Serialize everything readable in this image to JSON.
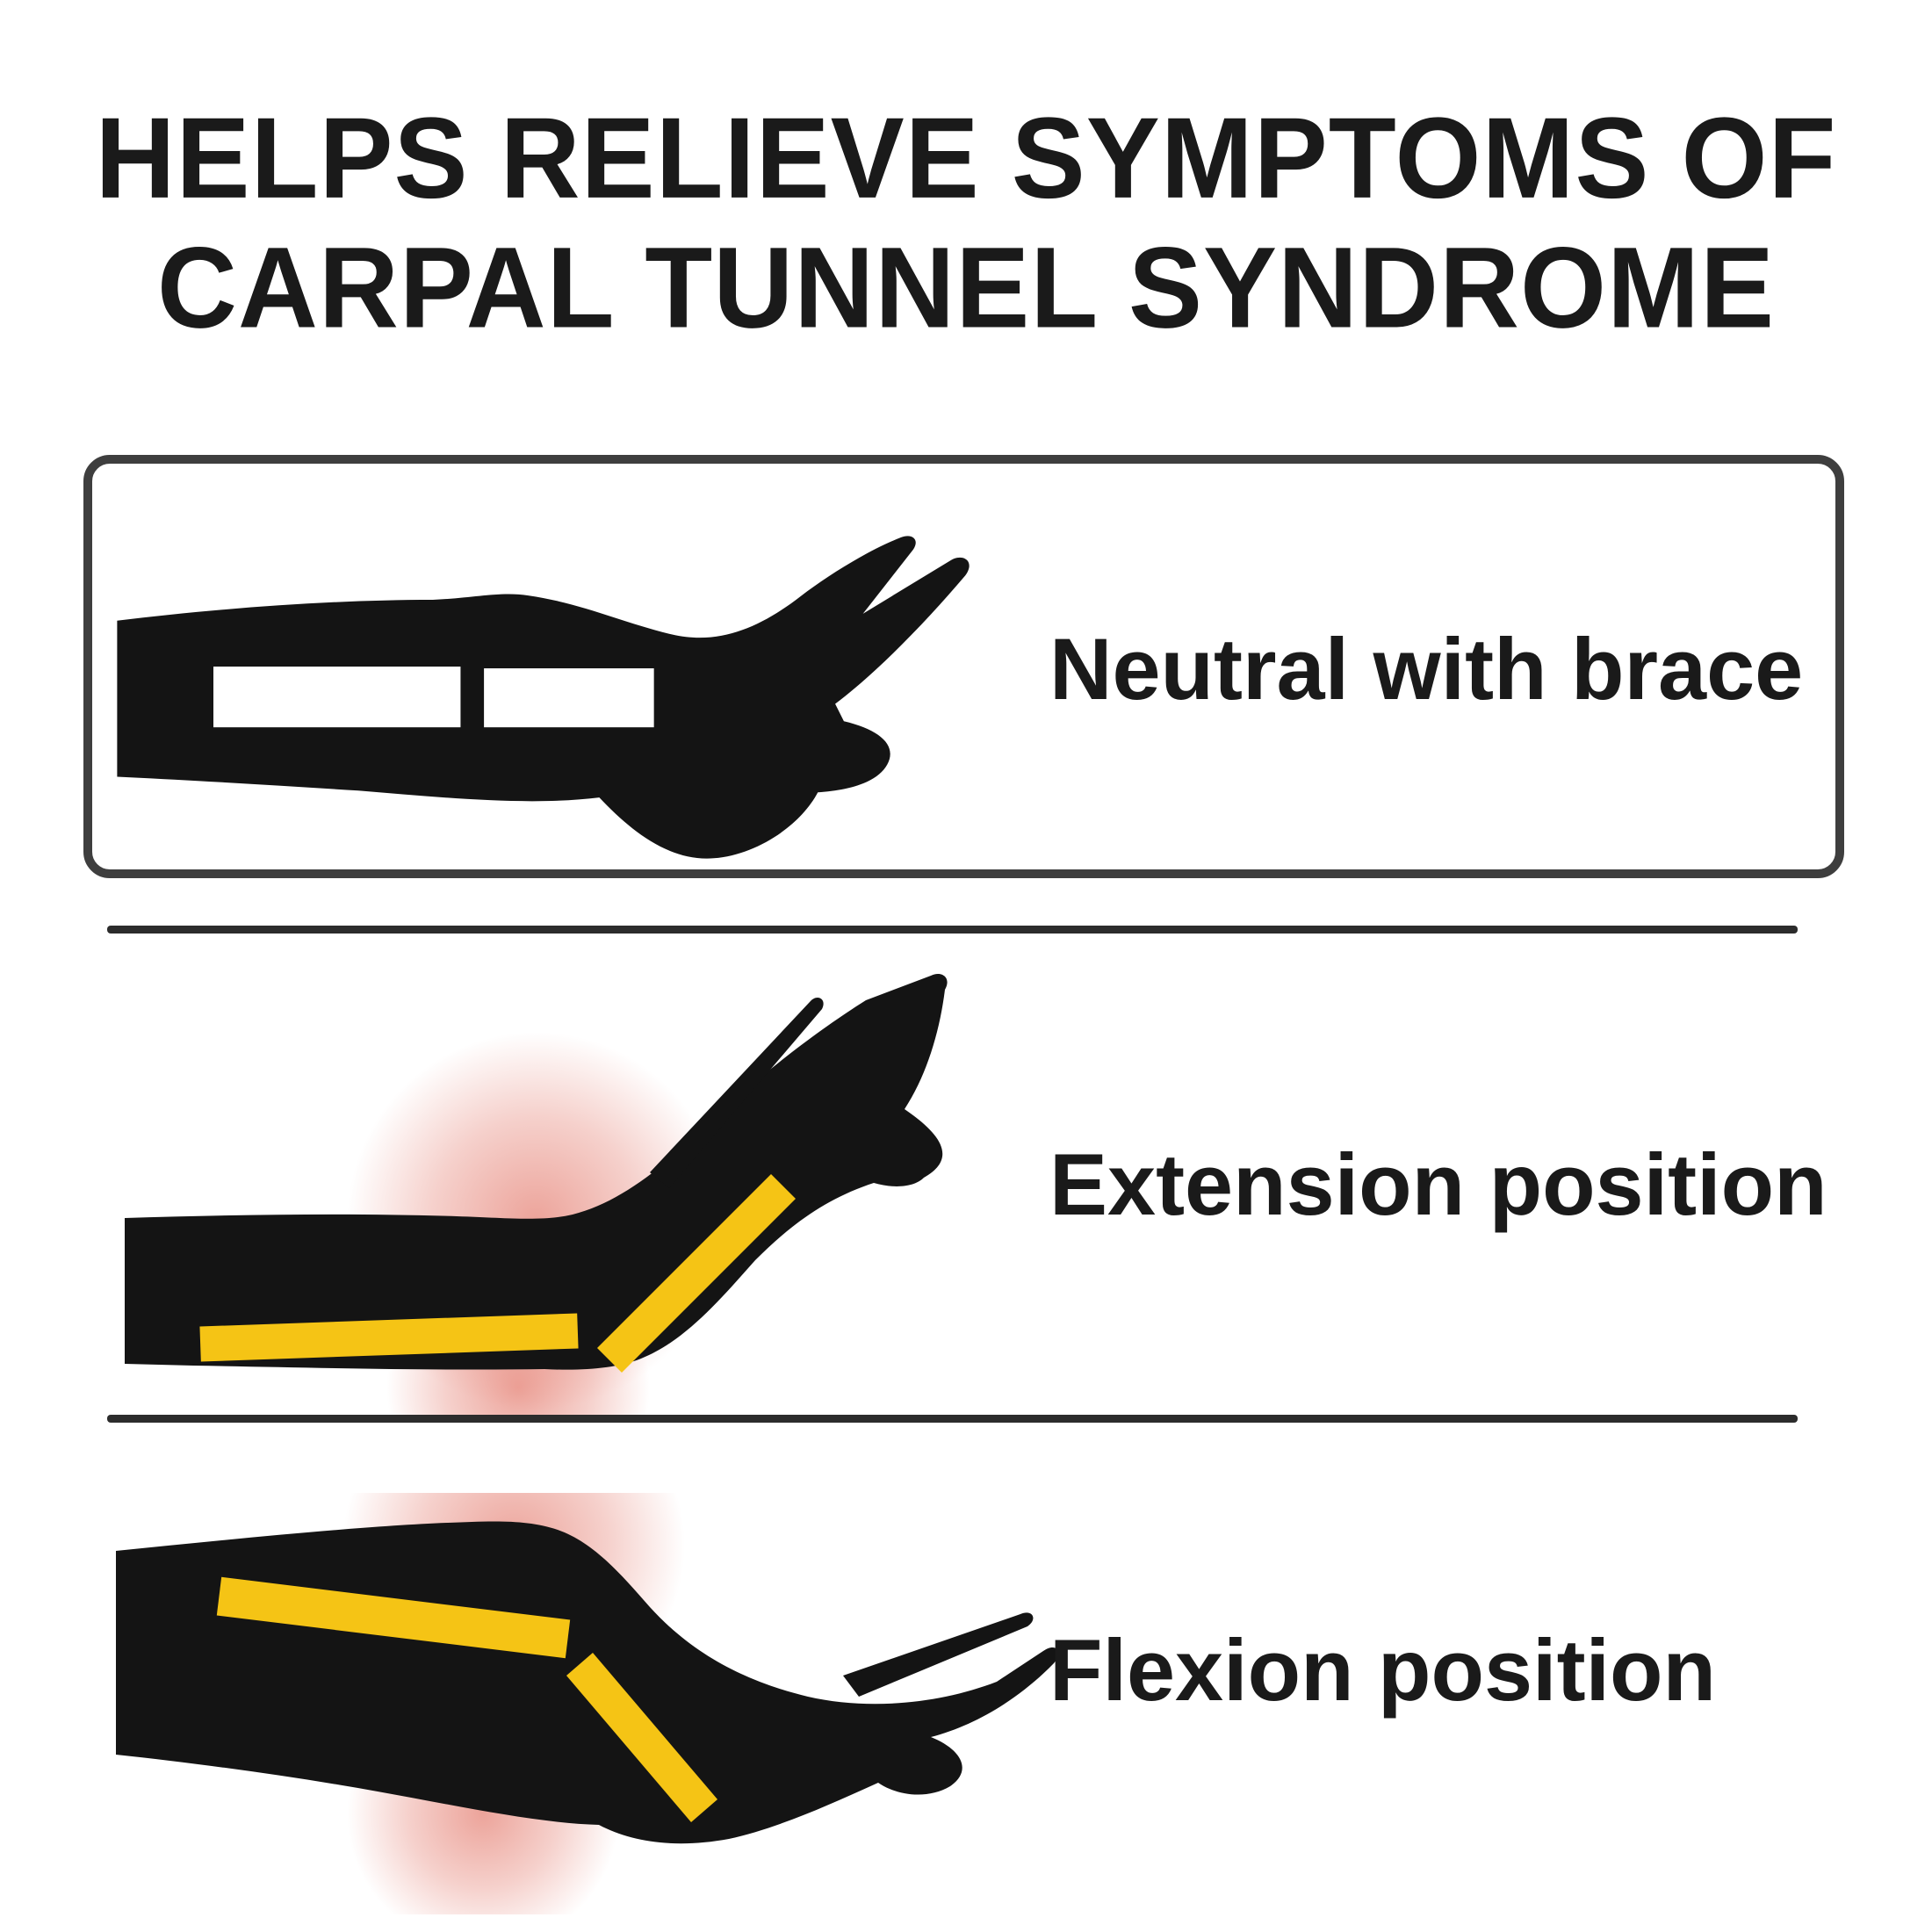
{
  "title": {
    "line1": "HELPS RELIEVE SYMPTOMS OF",
    "line2": "CARPAL TUNNEL SYNDROME"
  },
  "panels": [
    {
      "id": "neutral",
      "label": "Neutral with brace"
    },
    {
      "id": "extension",
      "label": "Extension position"
    },
    {
      "id": "flexion",
      "label": "Flexion position"
    }
  ],
  "colors": {
    "background": "#ffffff",
    "text_ink": "#1a1a1a",
    "silhouette": "#141414",
    "brace_strap_white": "#ffffff",
    "angle_bar_yellow": "#f5c415",
    "pain_glow_red": "#dd5948",
    "box_border": "#3e3e3e",
    "divider": "#2c2c2c"
  }
}
